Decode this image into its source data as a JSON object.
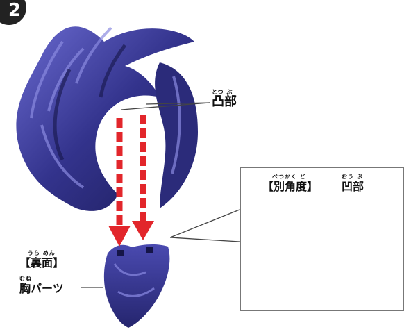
{
  "step_number": "2",
  "labels": {
    "convex": {
      "ruby": "とつ ぶ",
      "text": "凸部"
    },
    "concave": {
      "ruby": "おう ぶ",
      "text": "凹部"
    },
    "other_angle": {
      "ruby": "べつかく ど",
      "text": "【別角度】"
    },
    "back_side": {
      "ruby": "うら めん",
      "text": "【裏面】"
    },
    "chest_part": {
      "ruby": "むね",
      "text": "胸パーツ"
    }
  },
  "colors": {
    "armor": "#33338c",
    "arrow": "#e2262b",
    "highlight": "#e23aa6"
  }
}
